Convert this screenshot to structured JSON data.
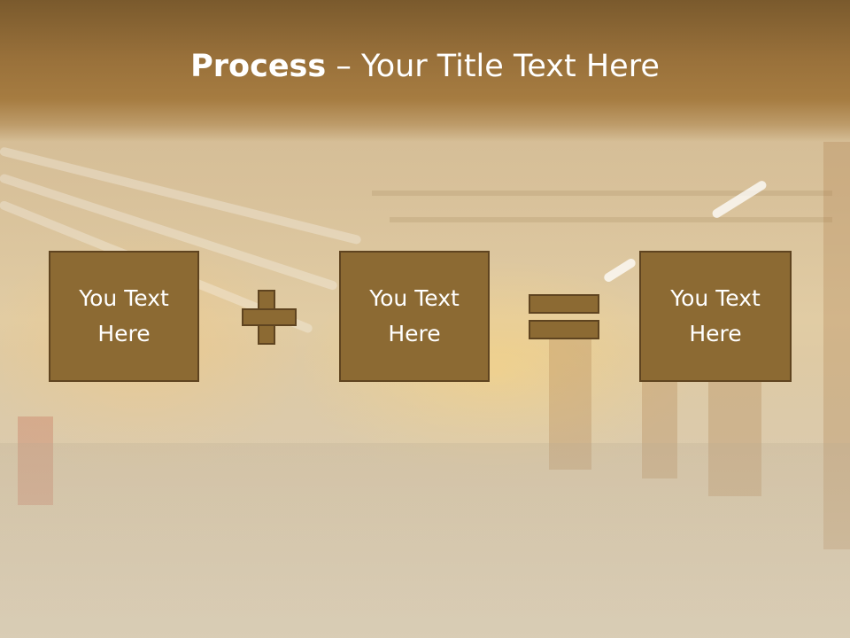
{
  "slide": {
    "title_bold": "Process",
    "title_rest": " – Your Title Text Here",
    "boxes": [
      {
        "text": "You Text\nHere"
      },
      {
        "text": "You Text\nHere"
      },
      {
        "text": "You Text\nHere"
      }
    ],
    "operators": [
      "plus",
      "equals"
    ]
  },
  "colors": {
    "box_fill": "#8c6a33",
    "box_border": "#5f4420",
    "title_band": "#98703a",
    "text": "#ffffff"
  }
}
